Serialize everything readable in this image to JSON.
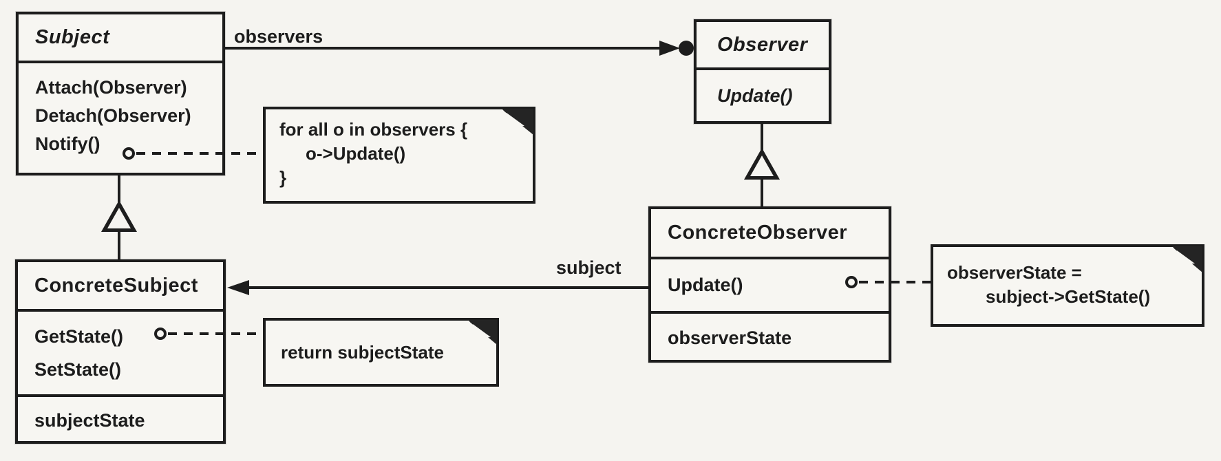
{
  "classes": {
    "subject": {
      "name": "Subject",
      "methods": [
        "Attach(Observer)",
        "Detach(Observer)",
        "Notify()"
      ]
    },
    "observer": {
      "name": "Observer",
      "methods": [
        "Update()"
      ]
    },
    "concrete_subject": {
      "name": "ConcreteSubject",
      "methods": [
        "GetState()",
        "SetState()"
      ],
      "attributes": [
        "subjectState"
      ]
    },
    "concrete_observer": {
      "name": "ConcreteObserver",
      "methods": [
        "Update()"
      ],
      "attributes": [
        "observerState"
      ]
    }
  },
  "associations": {
    "observers_label": "observers",
    "subject_label": "subject"
  },
  "notes": {
    "notify_note": {
      "line1": "for all o in observers {",
      "line2": "o->Update()",
      "line3": "}"
    },
    "getstate_note": {
      "line1": "return subjectState"
    },
    "update_note": {
      "line1": "observerState =",
      "line2": "subject->GetState()"
    }
  },
  "colors": {
    "ink": "#1d1d1d",
    "paper": "#f5f4f0"
  }
}
